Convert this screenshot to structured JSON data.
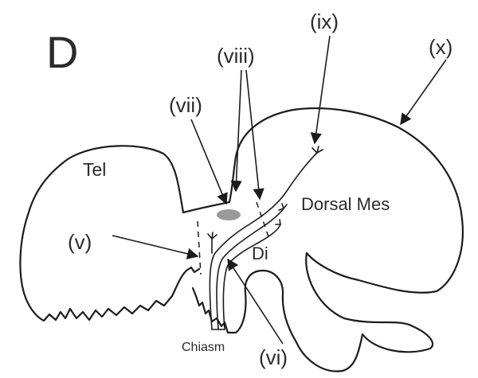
{
  "panel_letter": "D",
  "regions": {
    "telencephalon": "Tel",
    "diencephalon": "Di",
    "dorsal_mesencephalon": "Dorsal Mes",
    "chiasm": "Chiasm"
  },
  "markers": {
    "v": "(v)",
    "vi": "(vi)",
    "vii": "(vii)",
    "viii": "(viii)",
    "ix": "(ix)",
    "x": "(x)"
  },
  "colors": {
    "outline": "#1c1c1c",
    "text": "#2b2b2b",
    "ellipse": "#9a9a9a"
  }
}
